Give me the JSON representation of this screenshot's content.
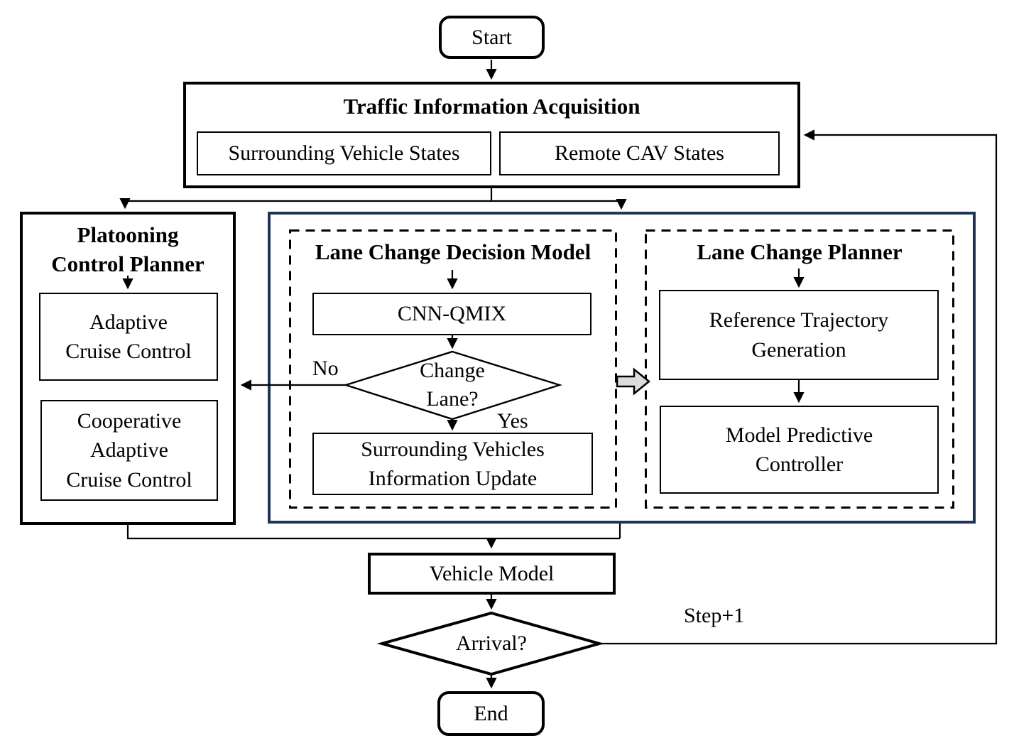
{
  "titles": {
    "traffic": "Traffic Information Acquisition",
    "platooning": "Platooning\nControl Planner",
    "decision": "Lane Change Decision Model",
    "planner": "Lane Change Planner"
  },
  "nodes": {
    "start": "Start",
    "surrounding_states": "Surrounding Vehicle States",
    "remote_cav": "Remote CAV States",
    "acc": "Adaptive\nCruise Control",
    "cacc": "Cooperative\nAdaptive\nCruise Control",
    "cnn_qmix": "CNN-QMIX",
    "change_lane": "Change\nLane?",
    "surrounding_update": "Surrounding Vehicles\nInformation Update",
    "ref_traj": "Reference Trajectory\nGeneration",
    "mpc": "Model Predictive\nController",
    "vehicle_model": "Vehicle Model",
    "arrival": "Arrival?",
    "end": "End"
  },
  "labels": {
    "no": "No",
    "yes": "Yes",
    "step": "Step+1"
  },
  "colors": {
    "container_border": "#1f3553",
    "block_arrow_fill": "#dcdcdc",
    "line": "#000000",
    "background": "#ffffff"
  }
}
